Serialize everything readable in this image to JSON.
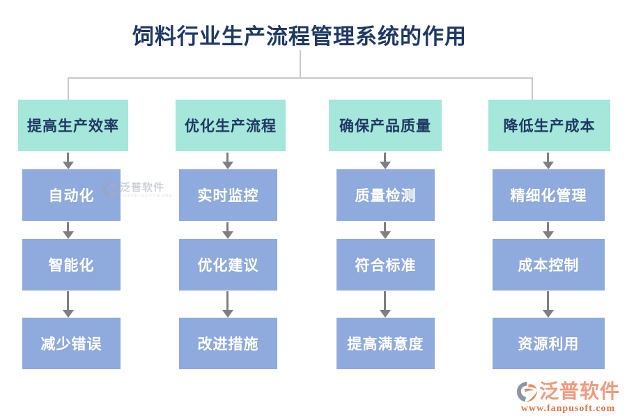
{
  "title": "饲料行业生产流程管理系统的作用",
  "columns": [
    {
      "header": "提高生产效率",
      "children": [
        "自动化",
        "智能化",
        "减少错误"
      ]
    },
    {
      "header": "优化生产流程",
      "children": [
        "实时监控",
        "优化建议",
        "改进措施"
      ]
    },
    {
      "header": "确保产品质量",
      "children": [
        "质量检测",
        "符合标准",
        "提高满意度"
      ]
    },
    {
      "header": "降低生产成本",
      "children": [
        "精细化管理",
        "成本控制",
        "资源利用"
      ]
    }
  ],
  "watermark": {
    "text": "泛普软件",
    "subtext": "FANPU SOFTWARE"
  },
  "footer": {
    "brand": "泛普软件",
    "url": "www.fanpusoft.com"
  },
  "colors": {
    "title_text": "#1f3864",
    "header_bg": "#a5e7da",
    "header_text": "#1f3864",
    "node_bg": "#8faadc",
    "node_text": "#ffffff",
    "connector_line": "#c9c9c9",
    "arrow": "#7f7f7f",
    "brand_salmon": "#ee9b7c",
    "brand_orange": "#e2754a"
  }
}
